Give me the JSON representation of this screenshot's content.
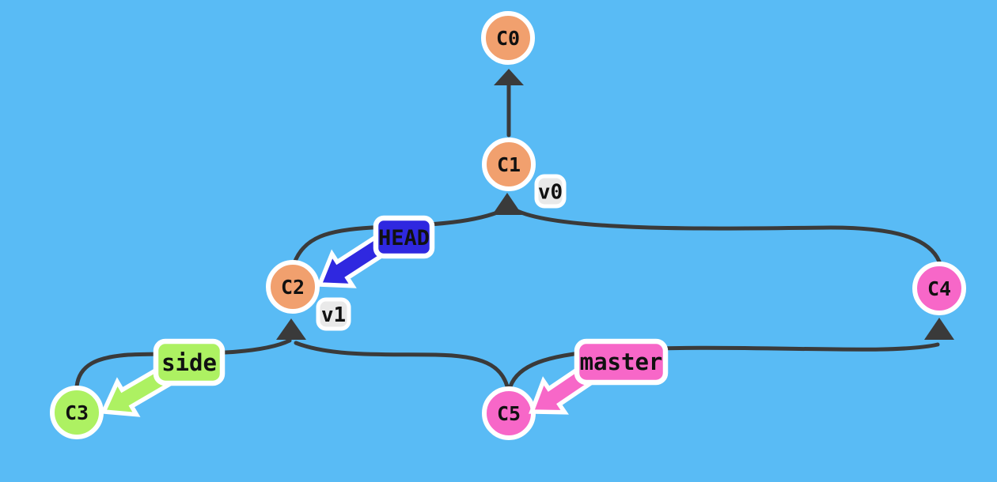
{
  "diagram": {
    "type": "git-commit-tree",
    "background": "#59bbf5",
    "edge_color": "#3a3a3a",
    "ring_color": "#ffffff",
    "text_color": "#111111",
    "nodes": [
      {
        "id": "C0",
        "label": "C0",
        "fill": "#f1a06e"
      },
      {
        "id": "C1",
        "label": "C1",
        "fill": "#f1a06e"
      },
      {
        "id": "C2",
        "label": "C2",
        "fill": "#f1a06e"
      },
      {
        "id": "C3",
        "label": "C3",
        "fill": "#adf162"
      },
      {
        "id": "C4",
        "label": "C4",
        "fill": "#f767c8"
      },
      {
        "id": "C5",
        "label": "C5",
        "fill": "#f767c8"
      }
    ],
    "edges": [
      {
        "from": "C1",
        "to": "C0"
      },
      {
        "from": "C2",
        "to": "C1"
      },
      {
        "from": "C4",
        "to": "C1"
      },
      {
        "from": "C3",
        "to": "C2"
      },
      {
        "from": "C5",
        "to": "C2"
      },
      {
        "from": "C5",
        "to": "C4"
      }
    ],
    "tags": [
      {
        "label": "v0",
        "on": "C1",
        "fill": "#e9e9e9"
      },
      {
        "label": "v1",
        "on": "C2",
        "fill": "#e9e9e9"
      }
    ],
    "refs": {
      "head": {
        "label": "HEAD",
        "fill": "#2f28e0",
        "points_to": "C2"
      },
      "side": {
        "label": "side",
        "fill": "#adf162",
        "points_to": "C3"
      },
      "master": {
        "label": "master",
        "fill": "#f767c8",
        "points_to": "C5"
      }
    }
  }
}
